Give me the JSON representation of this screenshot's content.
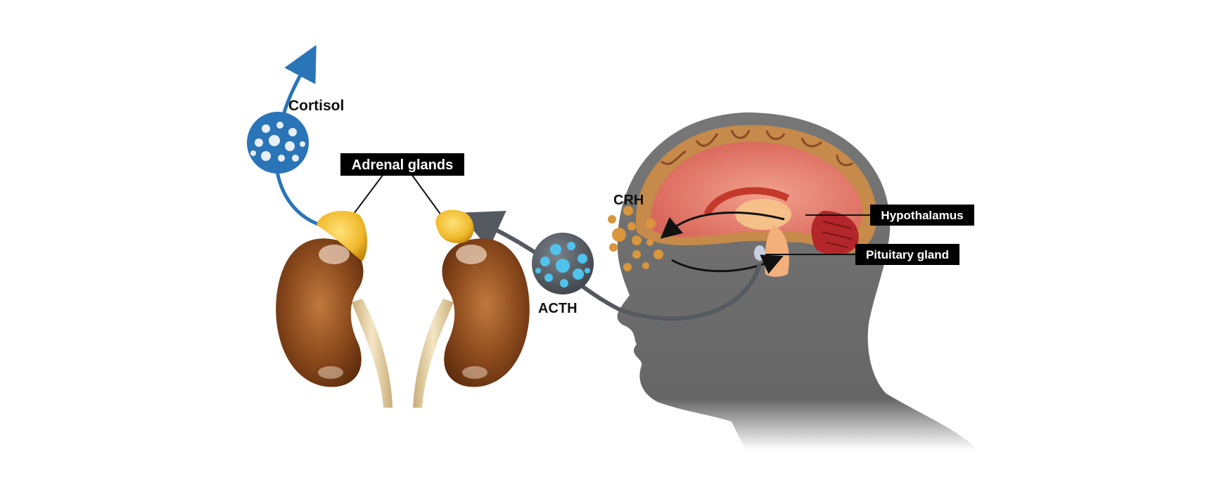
{
  "labels": {
    "cortisol": "Cortisol",
    "adrenal_glands": "Adrenal glands",
    "crh": "CRH",
    "acth": "ACTH",
    "hypothalamus": "Hypothalamus",
    "pituitary_gland": "Pituitary gland"
  },
  "colors": {
    "kidney": "#8a4a1c",
    "adrenal": "#f0c030",
    "cortisol_blue": "#2a74b8",
    "acth_gray": "#5a5f66",
    "acth_dots": "#4fc3ec",
    "crh_dots": "#d9963e",
    "head": "#6d6d6d",
    "brain": "#e58a7c",
    "cortex": "#c98a4a",
    "label_bg": "#000000",
    "label_text": "#ffffff"
  }
}
